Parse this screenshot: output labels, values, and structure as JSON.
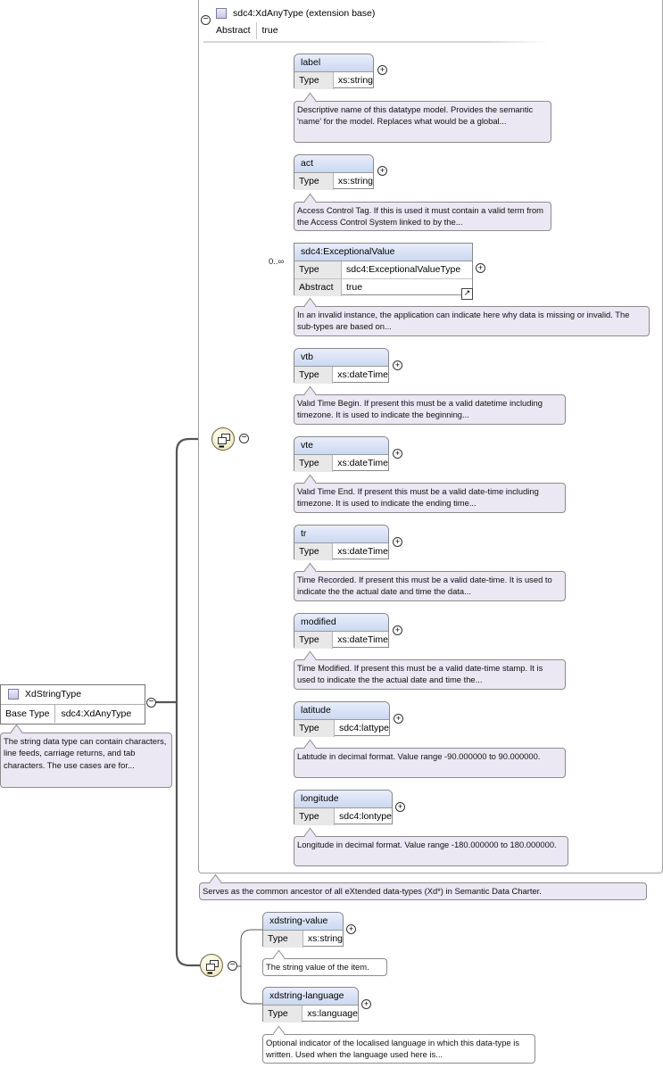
{
  "root_type": {
    "name": "XdStringType",
    "props": [
      {
        "key": "Base Type",
        "value": "sdc4:XdAnyType"
      }
    ],
    "doc": "The string data type can contain characters, line feeds, carriage returns, and tab characters. The use cases are for..."
  },
  "extension_base": {
    "name": "sdc4:XdAnyType (extension base)",
    "props": [
      {
        "key": "Abstract",
        "value": "true"
      }
    ],
    "doc": "Serves as the common ancestor of all eXtended data-types (Xd*) in Semantic Data Charter."
  },
  "inherited_elements": [
    {
      "name": "label",
      "multiplicity": "",
      "props": [
        {
          "key": "Type",
          "value": "xs:string"
        }
      ],
      "doc": "Descriptive name of this datatype model. Provides the semantic 'name' for the model. Replaces what would be a global..."
    },
    {
      "name": "act",
      "multiplicity": "",
      "props": [
        {
          "key": "Type",
          "value": "xs:string"
        }
      ],
      "doc": "Access Control Tag. If this is used it must contain a valid term from the Access Control System linked to by the..."
    },
    {
      "name": "sdc4:ExceptionalValue",
      "multiplicity": "0..∞",
      "props": [
        {
          "key": "Type",
          "value": "sdc4:ExceptionalValueType"
        },
        {
          "key": "Abstract",
          "value": "true"
        }
      ],
      "doc": "In an invalid instance, the application can indicate here why data is missing or invalid. The sub-types are based on..."
    },
    {
      "name": "vtb",
      "multiplicity": "",
      "props": [
        {
          "key": "Type",
          "value": "xs:dateTime"
        }
      ],
      "doc": "Valid Time Begin. If present this must be a valid datetime including timezone. It is used to indicate the beginning..."
    },
    {
      "name": "vte",
      "multiplicity": "",
      "props": [
        {
          "key": "Type",
          "value": "xs:dateTime"
        }
      ],
      "doc": "Valid Time End. If present this must be a valid date-time including timezone. It is used to indicate the ending time..."
    },
    {
      "name": "tr",
      "multiplicity": "",
      "props": [
        {
          "key": "Type",
          "value": "xs:dateTime"
        }
      ],
      "doc": "Time Recorded. If present this must be a valid date-time. It is used to indicate the the actual date and time the data..."
    },
    {
      "name": "modified",
      "multiplicity": "",
      "props": [
        {
          "key": "Type",
          "value": "xs:dateTime"
        }
      ],
      "doc": "Time Modified. If present this must be a valid date-time stamp. It is used to indicate the the actual date and time the..."
    },
    {
      "name": "latitude",
      "multiplicity": "",
      "props": [
        {
          "key": "Type",
          "value": "sdc4:lattype"
        }
      ],
      "doc": "Latitude in decimal format. Value range -90.000000 to 90.000000."
    },
    {
      "name": "longitude",
      "multiplicity": "",
      "props": [
        {
          "key": "Type",
          "value": "sdc4:lontype"
        }
      ],
      "doc": "Longitude in decimal format. Value range -180.000000 to 180.000000."
    }
  ],
  "own_elements": [
    {
      "name": "xdstring-value",
      "props": [
        {
          "key": "Type",
          "value": "xs:string"
        }
      ],
      "doc": "The string value of the item."
    },
    {
      "name": "xdstring-language",
      "props": [
        {
          "key": "Type",
          "value": "xs:language"
        }
      ],
      "doc": "Optional indicator of the localised language in which this data-type is written. Used when the language used here is..."
    }
  ],
  "icons": {
    "expand": "plus-circle-icon",
    "collapse": "minus-circle-icon",
    "sequence": "sequence-compositor-icon",
    "type": "complex-type-icon",
    "reference": "reference-arrow-icon"
  },
  "colors": {
    "element_header": "#cbd8f1",
    "annotation_fill": "#ebe7f3",
    "compositor_fill": "#f0ecc8",
    "property_key_fill": "#e8e8e8"
  }
}
